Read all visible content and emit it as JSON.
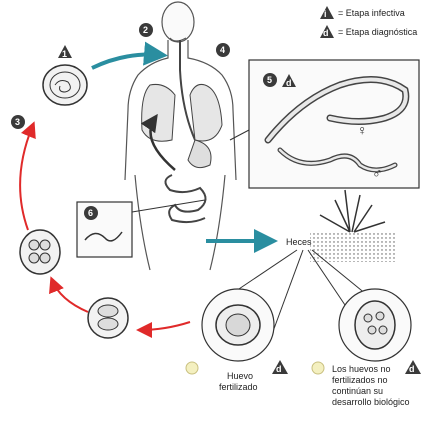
{
  "legend": {
    "infective_badge": "i",
    "infective_text": "= Etapa infectiva",
    "diagnostic_badge": "d",
    "diagnostic_text": "= Etapa diagnóstica"
  },
  "stages": [
    "1",
    "2",
    "3",
    "4",
    "5",
    "6"
  ],
  "labels": {
    "feces": "Heces",
    "fertilized_line1": "Huevo",
    "fertilized_line2": "fertilizado",
    "unfertilized_line1": "Los huevos no",
    "unfertilized_line2": "fertilizados no",
    "unfertilized_line3": "continúan su",
    "unfertilized_line4": "desarrollo biológico",
    "female_symbol": "♀",
    "male_symbol": "♂"
  },
  "colors": {
    "infective_arrow": "#2a8ea0",
    "cycle_arrow": "#e02a2a",
    "stage_badge": "#3a3a3a",
    "outline": "#333333"
  }
}
